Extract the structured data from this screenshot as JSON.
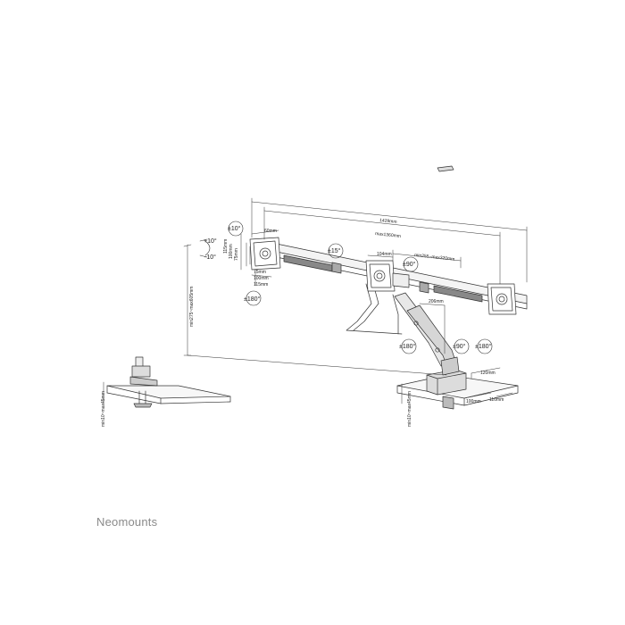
{
  "brand": "Neomounts",
  "dimensions": {
    "total_width": "1429mm",
    "arm_max": "max1360mm",
    "gap_60": "60mm",
    "vesa_115_v": "115mm",
    "vesa_100_v": "100mm",
    "vesa_75_v": "75mm",
    "vesa_75_h": "75mm",
    "vesa_100_h": "100mm",
    "vesa_115_h": "115mm",
    "center_104": "104mm",
    "range_255_320": "min255~max320mm",
    "drop_206": "206mm",
    "height_range": "min275~max605mm",
    "desk_left": "min10~max45mm",
    "desk_right": "min10~max45mm",
    "base_120": "120mm",
    "base_100": "100mm",
    "base_110": "110mm"
  },
  "angles": {
    "tilt_up": "+10°",
    "tilt_down": "-10°",
    "swivel_top_left": "±10°",
    "rotate_left": "±180°",
    "swivel_15": "±15°",
    "swivel_90_center": "±90°",
    "rotate_180_center": "±180°",
    "swivel_90_base": "±90°",
    "rotate_180_base": "±180°"
  }
}
